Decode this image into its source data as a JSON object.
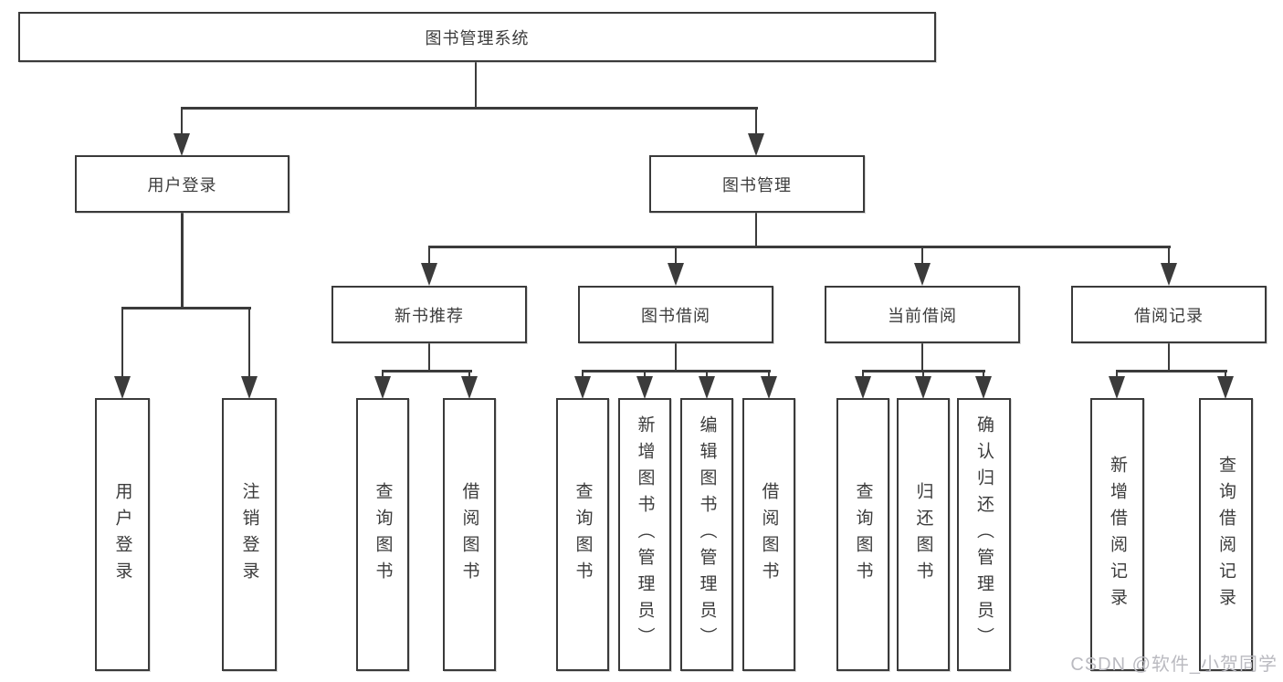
{
  "tree": {
    "label": "图书管理系统",
    "children": [
      {
        "label": "用户登录",
        "children": [
          {
            "label": "用户登录"
          },
          {
            "label": "注销登录"
          }
        ]
      },
      {
        "label": "图书管理",
        "children": [
          {
            "label": "新书推荐",
            "children": [
              {
                "label": "查询图书"
              },
              {
                "label": "借阅图书"
              }
            ]
          },
          {
            "label": "图书借阅",
            "children": [
              {
                "label": "查询图书"
              },
              {
                "label": "新增图书（管理员）"
              },
              {
                "label": "编辑图书（管理员）"
              },
              {
                "label": "借阅图书"
              }
            ]
          },
          {
            "label": "当前借阅",
            "children": [
              {
                "label": "查询图书"
              },
              {
                "label": "归还图书"
              },
              {
                "label": "确认归还（管理员）"
              }
            ]
          },
          {
            "label": "借阅记录",
            "children": [
              {
                "label": "新增借阅记录"
              },
              {
                "label": "查询借阅记录"
              }
            ]
          }
        ]
      }
    ]
  },
  "watermark": "CSDN @软件_小贺同学",
  "colors": {
    "line": "#3b3b3b",
    "node_border": "#3a3a3a",
    "text": "#3c3c3c",
    "watermark": "#babac0",
    "background": "#ffffff"
  }
}
